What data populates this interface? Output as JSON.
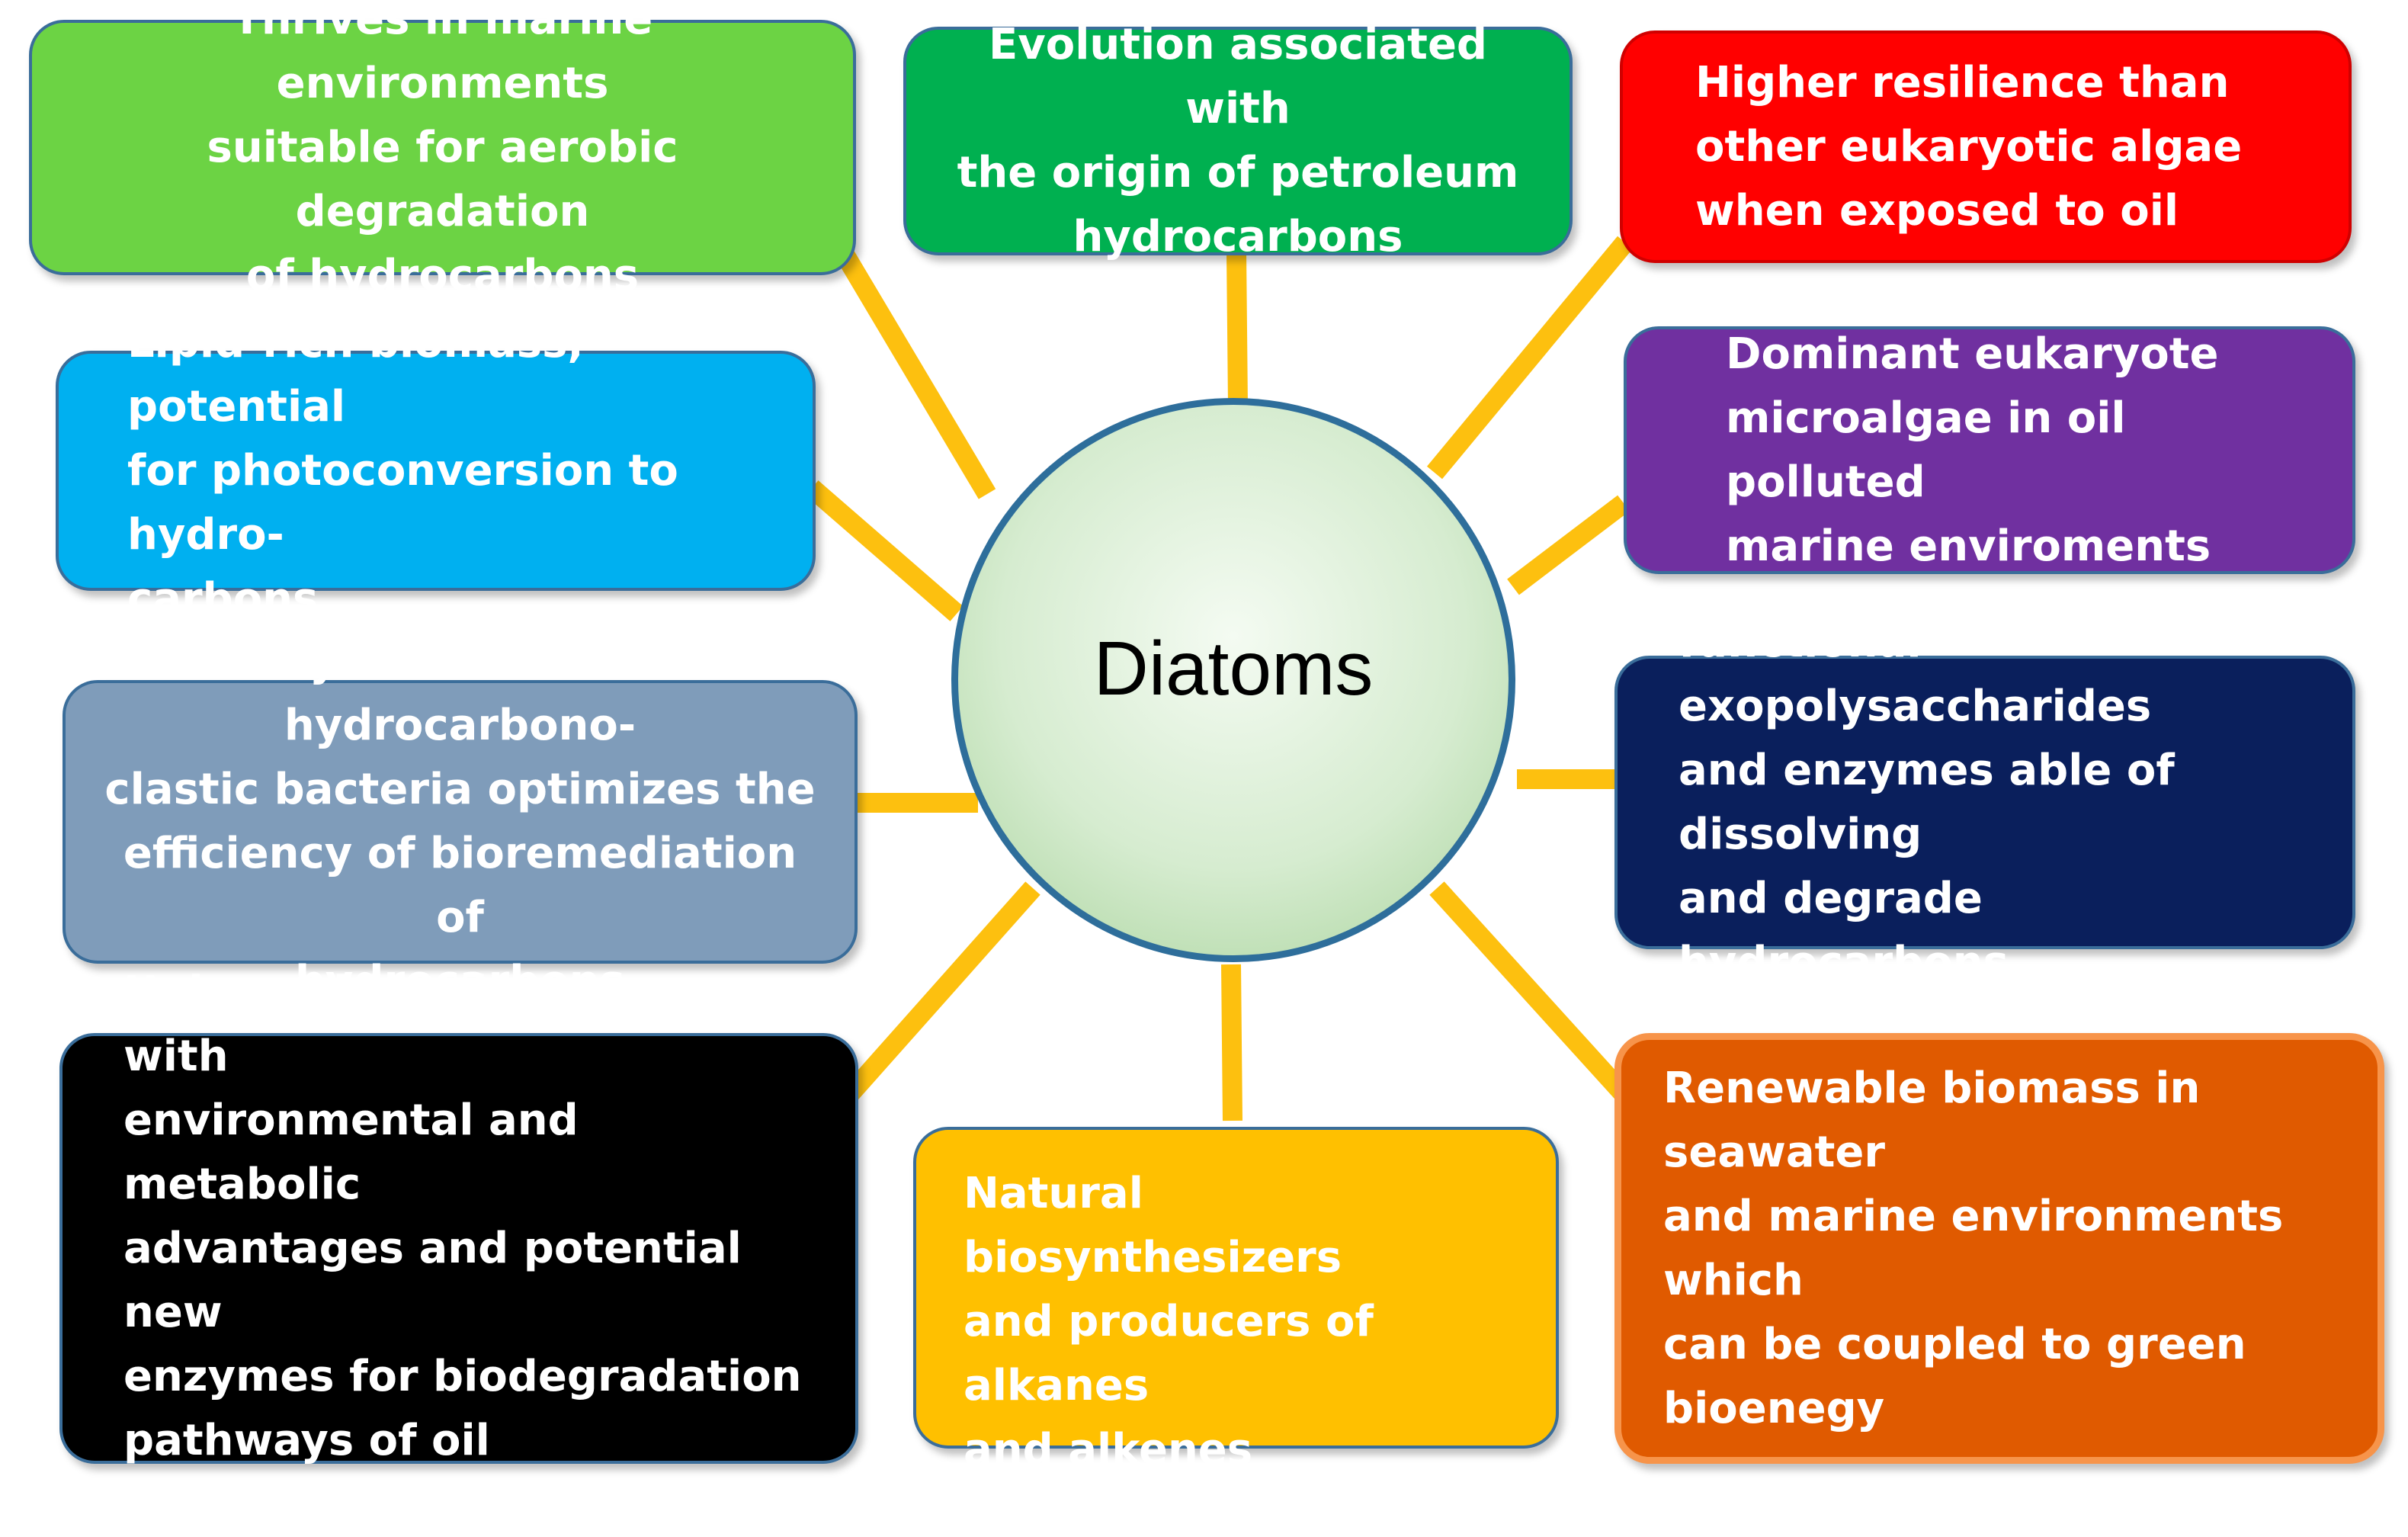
{
  "center": {
    "label": "Diatoms"
  },
  "colors": {
    "connector": "#fdc00f",
    "ring": "#2e6e9b",
    "box_border": "#3a6d9a"
  },
  "boxes": [
    {
      "id": "marine-aerobic",
      "text": "Thrives in marine  environments\nsuitable for aerobic degradation\nof hydrocarbons",
      "color": "#6cd344"
    },
    {
      "id": "petroleum-origin",
      "text": "Evolution associated with\nthe  origin of petroleum\nhydrocarbons",
      "color": "#00b050"
    },
    {
      "id": "resilience",
      "text": "Higher resilience than\nother  eukaryotic algae\nwhen exposed to oil",
      "color": "#ff0000"
    },
    {
      "id": "lipid-biomass",
      "text": "Lipid-rich biomass, potential\nfor photoconversion to hydro-\ncarbons",
      "color": "#00b0f0"
    },
    {
      "id": "dominant-eukaryote",
      "text": "Dominant eukaryote\nmicroalgae in oil polluted\nmarine enviroments",
      "color": "#7030a0"
    },
    {
      "id": "symbiosis",
      "text": "Symbiosis with hydrocarbono-\nclastic bacteria optimizes the\nefficiency of bioremediation of\nhydrocarbons",
      "color": "#7f9cba"
    },
    {
      "id": "exopolysaccharides",
      "text": "functional exopolysaccharides\nand enzymes able of dissolving\nand degrade hydrocarbons",
      "color": "#0a1f5c"
    },
    {
      "id": "chimeric-genome",
      "text": "Unique chimeric genome with\nenvironmental and metabolic\nadvantages and potential new\nenzymes for biodegradation\npathways of oil  hydrocarbons",
      "color": "#000000"
    },
    {
      "id": "biosynthesizers",
      "text": "Natural biosynthesizers\nand producers of alkanes\nand alkenes",
      "color": "#ffc000"
    },
    {
      "id": "renewable-biomass",
      "text": "Renewable biomass in seawater\nand marine environments which\ncan be coupled to green bioenegy",
      "color": "#e05a00"
    }
  ]
}
